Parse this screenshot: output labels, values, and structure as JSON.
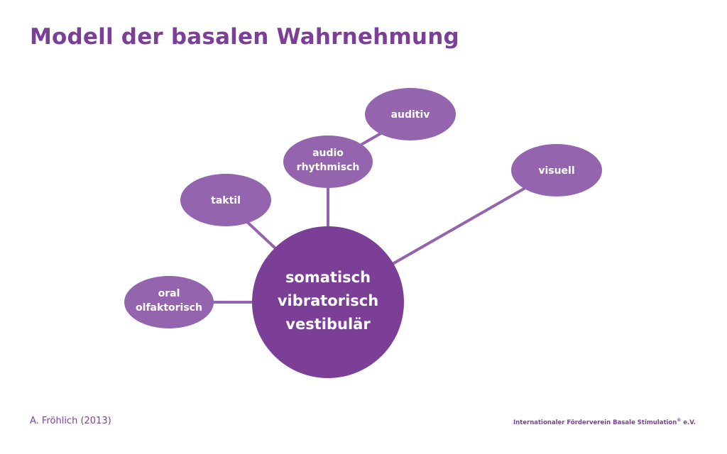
{
  "title": "Modell der basalen Wahrnehmung",
  "nodes": {
    "center": [
      "somatisch",
      "vibratorisch",
      "vestibulär"
    ],
    "oral": [
      "oral",
      "olfaktorisch"
    ],
    "taktil": [
      "taktil"
    ],
    "audio": [
      "audio",
      "rhythmisch"
    ],
    "auditiv": [
      "auditiv"
    ],
    "visuell": [
      "visuell"
    ]
  },
  "footer": {
    "author": "A. Fröhlich (2013)",
    "org": "Internationaler Förderverein Basale Stimulation",
    "org_mark": "®",
    "org_suffix": " e.V."
  },
  "colors": {
    "title": "#7b3f98",
    "center": "#7b3f98",
    "satellite": "#9465ae",
    "connector": "#9465ae"
  }
}
